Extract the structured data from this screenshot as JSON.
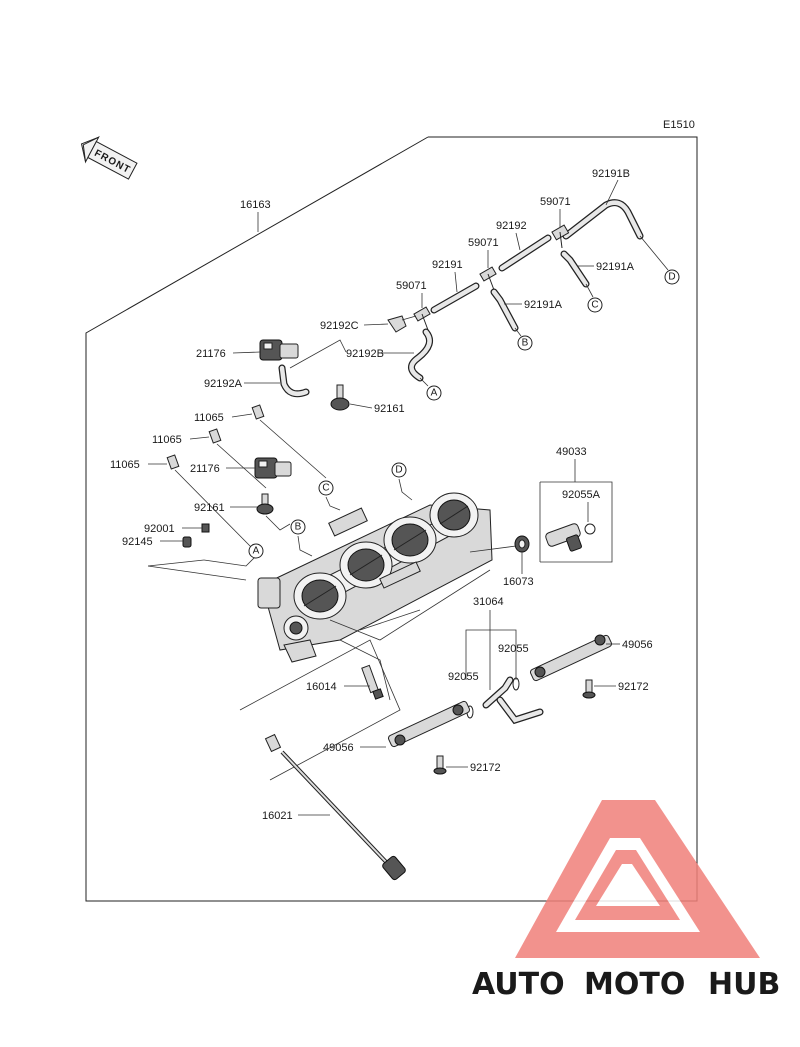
{
  "diagram_id": "E1510",
  "front_label": "FRONT",
  "labels": {
    "p16163": "16163",
    "p92191B": "92191B",
    "p59071_a": "59071",
    "p92192": "92192",
    "p59071_b": "59071",
    "p92191A_a": "92191A",
    "p92191": "92191",
    "p59071_c": "59071",
    "p92191A_b": "92191A",
    "p92192C": "92192C",
    "p21176_a": "21176",
    "p92192B": "92192B",
    "p92192A": "92192A",
    "p92161_a": "92161",
    "p11065_a": "11065",
    "p11065_b": "11065",
    "p11065_c": "11065",
    "p21176_b": "21176",
    "p92161_b": "92161",
    "p49033": "49033",
    "p92055A": "92055A",
    "p92001": "92001",
    "p92145": "92145",
    "p16073": "16073",
    "p31064": "31064",
    "p92055_a": "92055",
    "p92055_b": "92055",
    "p49056_a": "49056",
    "p92172_a": "92172",
    "p16014": "16014",
    "p49056_b": "49056",
    "p92172_b": "92172",
    "p16021": "16021"
  },
  "refs": {
    "A": "A",
    "B": "B",
    "C": "C",
    "D": "D"
  },
  "watermark": {
    "part1": "AUTO",
    "part2": "MOTO",
    "part3": "HUB",
    "colors": {
      "auto": "#f5c38a",
      "moto": "#f08a86",
      "hub": "#8a8a8a",
      "logo": "#f07f7a"
    }
  }
}
